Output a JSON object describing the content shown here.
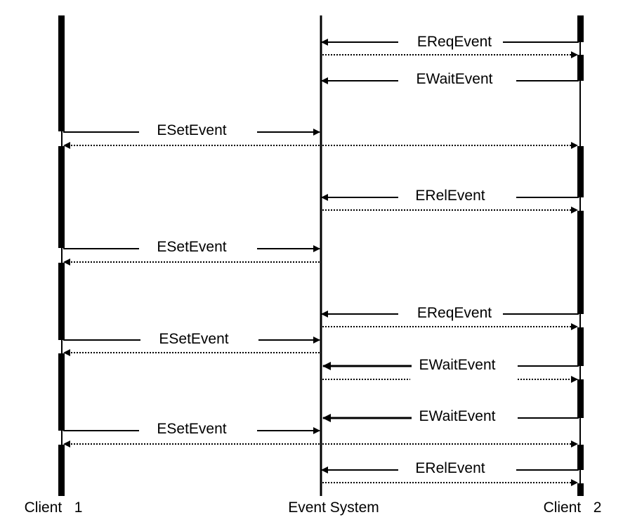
{
  "lanes": {
    "client1": "Client   1",
    "event_system": "Event System",
    "client2": "Client   2"
  },
  "messages": [
    {
      "label": "EReqEvent",
      "from": "client2",
      "to": "event_system",
      "reply_to": "client2"
    },
    {
      "label": "EWaitEvent",
      "from": "client2",
      "to": "event_system"
    },
    {
      "label": "ESetEvent",
      "from": "client1",
      "to": "event_system",
      "reply_to": "client1",
      "also_notifies": "client2"
    },
    {
      "label": "ERelEvent",
      "from": "client2",
      "to": "event_system",
      "reply_to": "client2"
    },
    {
      "label": "ESetEvent",
      "from": "client1",
      "to": "event_system",
      "reply_to": "client1"
    },
    {
      "label": "EReqEvent",
      "from": "client2",
      "to": "event_system",
      "reply_to": "client2"
    },
    {
      "label": "ESetEvent",
      "from": "client1",
      "to": "event_system",
      "reply_to": "client1"
    },
    {
      "label": "EWaitEvent",
      "from": "client2",
      "to": "event_system",
      "reply_to": "client2"
    },
    {
      "label": "EWaitEvent",
      "from": "client2",
      "to": "event_system"
    },
    {
      "label": "ESetEvent",
      "from": "client1",
      "to": "event_system",
      "reply_to": "client1",
      "also_notifies": "client2"
    },
    {
      "label": "ERelEvent",
      "from": "client2",
      "to": "event_system",
      "reply_to": "client2"
    }
  ],
  "colors": {
    "line": "#000000",
    "background": "#ffffff"
  }
}
